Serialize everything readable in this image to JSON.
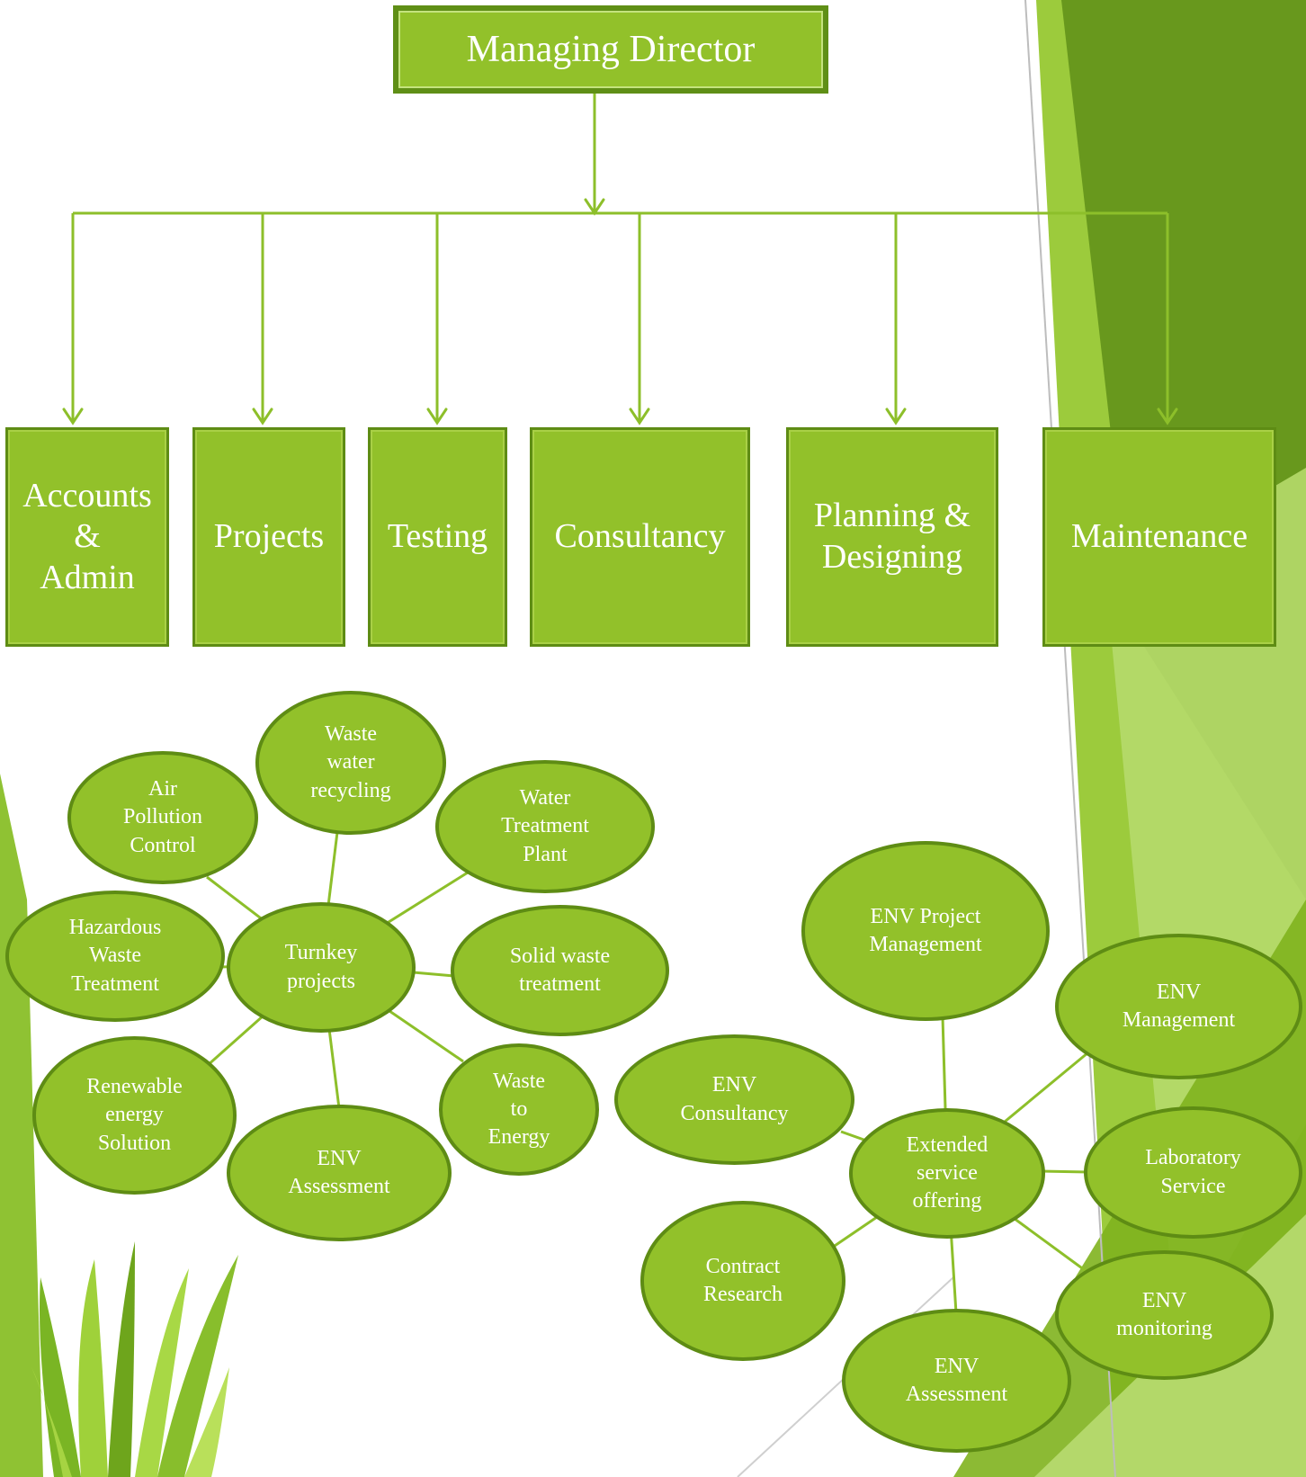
{
  "top": {
    "title": "Managing Director"
  },
  "departments": [
    {
      "id": "accounts",
      "label": "Accounts\n&\nAdmin"
    },
    {
      "id": "projects",
      "label": "Projects"
    },
    {
      "id": "testing",
      "label": "Testing"
    },
    {
      "id": "consultancy",
      "label": "Consultancy"
    },
    {
      "id": "planning",
      "label": "Planning &\nDesigning"
    },
    {
      "id": "maintenance",
      "label": "Maintenance"
    }
  ],
  "turnkey": {
    "hub": "Turnkey\nprojects",
    "nodes": [
      {
        "id": "air",
        "label": "Air\nPollution\nControl"
      },
      {
        "id": "wastewater",
        "label": "Waste\nwater\nrecycling"
      },
      {
        "id": "water-treatment",
        "label": "Water\nTreatment\nPlant"
      },
      {
        "id": "hazardous",
        "label": "Hazardous\nWaste\nTreatment"
      },
      {
        "id": "solid-waste",
        "label": "Solid waste\ntreatment"
      },
      {
        "id": "renewable",
        "label": "Renewable\nenergy\nSolution"
      },
      {
        "id": "env-assessment",
        "label": "ENV\nAssessment"
      },
      {
        "id": "waste-energy",
        "label": "Waste\nto\nEnergy"
      }
    ]
  },
  "extended": {
    "hub": "Extended\nservice\noffering",
    "nodes": [
      {
        "id": "env-project-mgmt",
        "label": "ENV Project\nManagement"
      },
      {
        "id": "env-management",
        "label": "ENV\nManagement"
      },
      {
        "id": "env-consultancy",
        "label": "ENV\nConsultancy"
      },
      {
        "id": "laboratory",
        "label": "Laboratory\nService"
      },
      {
        "id": "contract-research",
        "label": "Contract\nResearch"
      },
      {
        "id": "env-monitoring",
        "label": "ENV\nmonitoring"
      },
      {
        "id": "env-assessment-2",
        "label": "ENV\nAssessment"
      }
    ]
  },
  "colors": {
    "box_fill": "#92c12a",
    "box_border": "#5e8c14",
    "connector": "#8dbf2a",
    "text": "#ffffff",
    "decor_dark": "#4f7e12",
    "decor_light": "#b5d96a"
  }
}
